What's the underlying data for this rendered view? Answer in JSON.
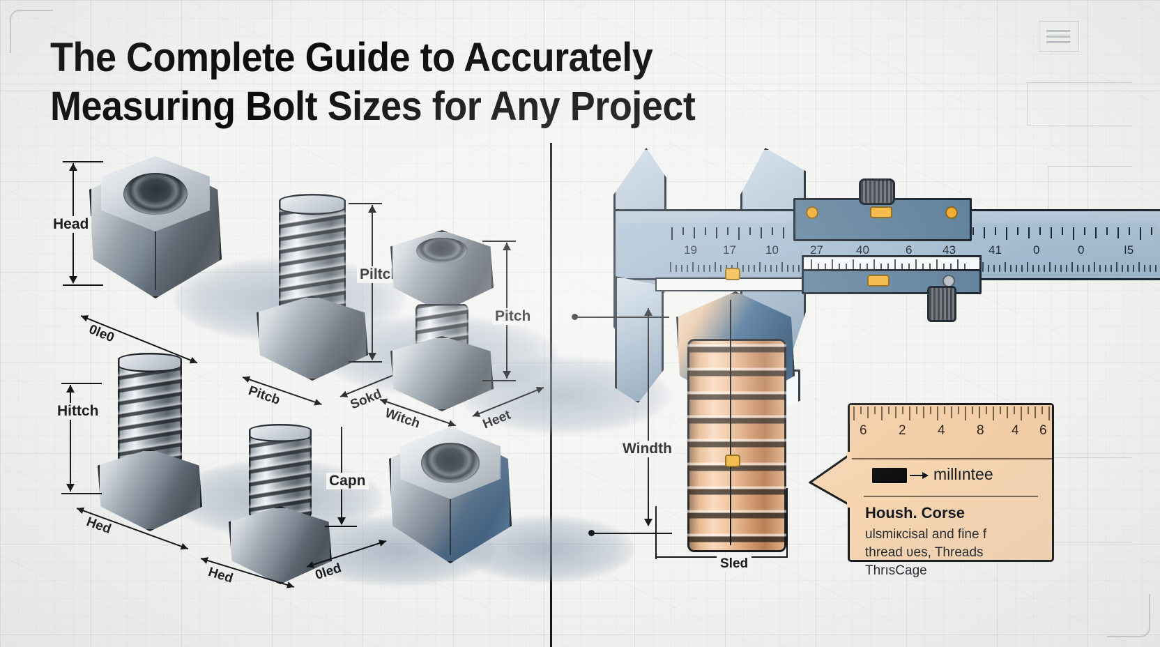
{
  "title": {
    "line1": "The Complete Guide to Accurately",
    "line2": "Measuring Bolt Sizes for Any Project"
  },
  "left_panel": {
    "name": "bolt-dimension-diagram",
    "labels": [
      {
        "id": "head-vertical",
        "text": "Head"
      },
      {
        "id": "nut-diagonal",
        "text": "0le0"
      },
      {
        "id": "pitch-vertical-1",
        "text": "Piltch"
      },
      {
        "id": "pitch-diagonal-1",
        "text": "Pitcb"
      },
      {
        "id": "solid-diagonal",
        "text": "Sokd"
      },
      {
        "id": "pitch-vertical-2",
        "text": "Pitch"
      },
      {
        "id": "witch-diagonal",
        "text": "Witch"
      },
      {
        "id": "heet-diagonal",
        "text": "Heet"
      },
      {
        "id": "pitch-vertical-3",
        "text": "Hittch"
      },
      {
        "id": "hed-diagonal-1",
        "text": "Hed"
      },
      {
        "id": "capn-vertical",
        "text": "Capn"
      },
      {
        "id": "hed-diagonal-2",
        "text": "Hed"
      },
      {
        "id": "oled-diagonal",
        "text": "0led"
      }
    ]
  },
  "right_panel": {
    "name": "caliper-measurement-diagram",
    "labels": [
      {
        "id": "width-vertical",
        "text": "Windth"
      },
      {
        "id": "sled-bottom",
        "text": "Sled"
      }
    ],
    "caliper": {
      "name": "vernier-caliper",
      "main_scale_numbers": [
        "19",
        "17",
        "10",
        "27",
        "40",
        "6",
        "43",
        "41",
        "0",
        "0",
        "I5"
      ]
    }
  },
  "callout": {
    "name": "thread-gauge-callout",
    "ruler_numbers": [
      "6",
      "2",
      "4",
      "8",
      "4",
      "6"
    ],
    "unit_label": "millıntee",
    "heading": "Housh. Corse",
    "body_lines": [
      "ulsmiкcisal  and fine f",
      "thread ʋes, Threads",
      "ThrısCage"
    ]
  },
  "colors": {
    "background": "#f3f3f1",
    "ink": "#0e1114",
    "caliper_body": "#a7bccf",
    "caliper_dark": "#5d7f9b",
    "accent_orange": "#f0a92a",
    "callout_bg": "#f6d4b0",
    "copper": "#f0c39c",
    "steel": "#9aa4ad"
  }
}
